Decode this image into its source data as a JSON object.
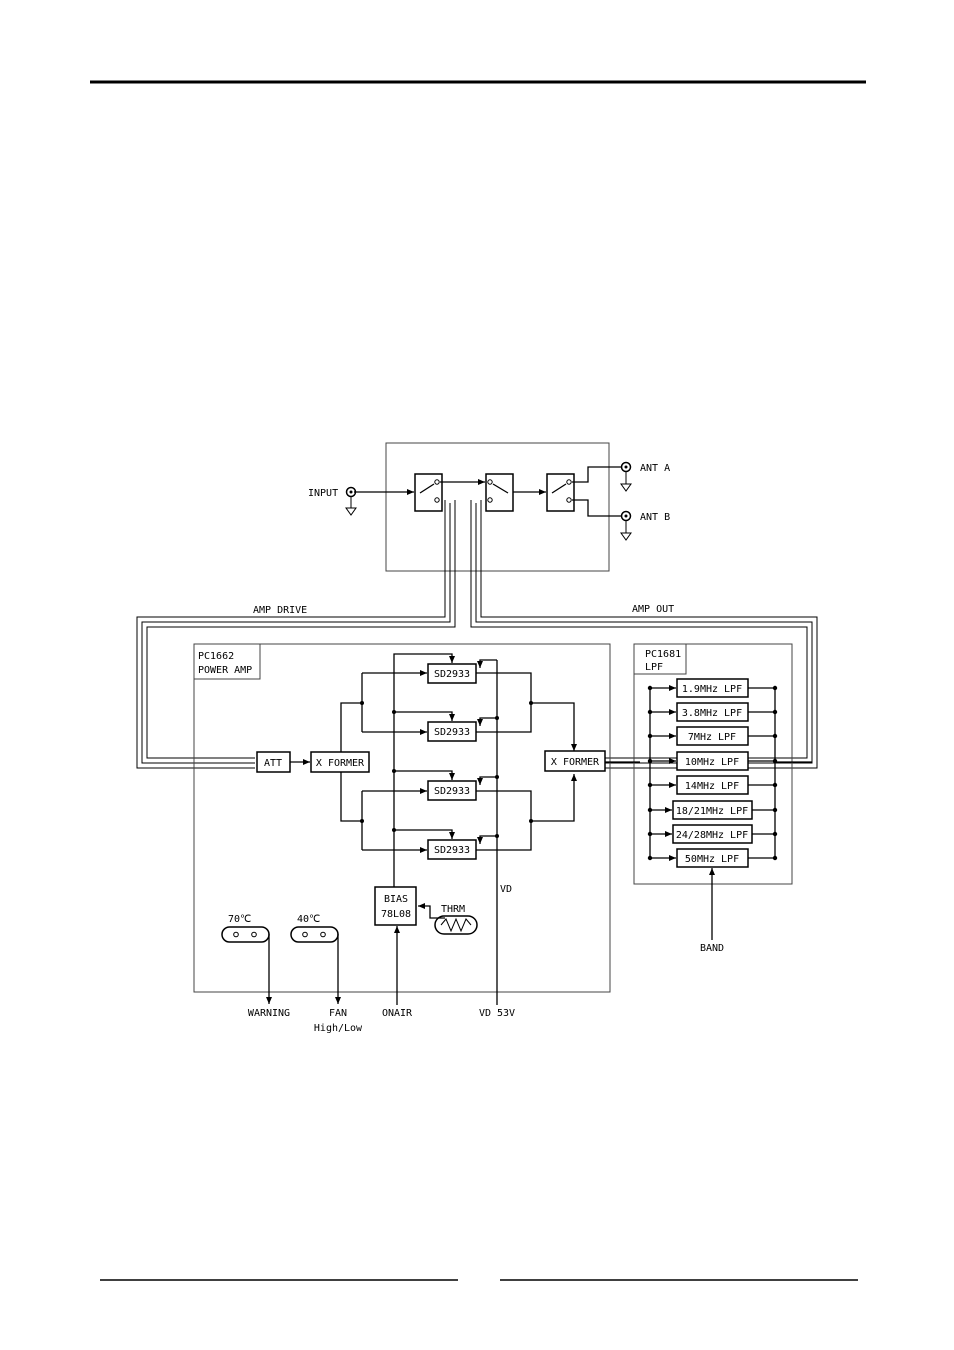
{
  "signal_io": {
    "input": "INPUT",
    "ant_a": "ANT A",
    "ant_b": "ANT B",
    "amp_drive": "AMP DRIVE",
    "amp_out": "AMP OUT"
  },
  "power_amp": {
    "board_line1": "PC1662",
    "board_line2": "POWER AMP",
    "att": "ATT",
    "xformer_in": "X FORMER",
    "xformer_out": "X FORMER",
    "transistors": [
      "SD2933",
      "SD2933",
      "SD2933",
      "SD2933"
    ],
    "bias_line1": "BIAS",
    "bias_line2": "78L08",
    "thrm": "THRM",
    "vd": "VD"
  },
  "lpf_board": {
    "board_line1": "PC1681",
    "board_line2": "LPF",
    "filters": [
      "1.9MHz LPF",
      "3.8MHz LPF",
      "7MHz LPF",
      "10MHz LPF",
      "14MHz LPF",
      "18/21MHz LPF",
      "24/28MHz LPF",
      "50MHz LPF"
    ],
    "band": "BAND"
  },
  "thermal": {
    "switch_70": "70℃",
    "switch_40": "40℃",
    "warning": "WARNING",
    "fan_line1": "FAN",
    "fan_line2": "High/Low"
  },
  "control": {
    "onair": "ONAIR",
    "vd53": "VD 53V"
  }
}
